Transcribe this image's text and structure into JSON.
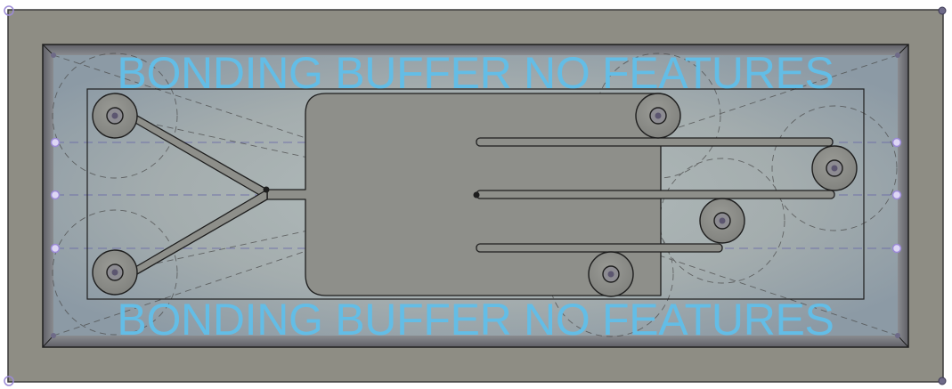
{
  "labels": {
    "top_banner": "BONDING BUFFER NO FEATURES",
    "bottom_banner": "BONDING BUFFER NO FEATURES"
  },
  "colors": {
    "page_background": "#ffffff",
    "outer_frame": "#8e8d84",
    "outer_frame_edge": "#3a3a3a",
    "inner_wall": "#77777a",
    "recess_floor": "#9ea6a6",
    "recess_floor_glow": "#aeb9bb",
    "channel_fill": "#8e8f8a",
    "channel_edge": "#1e1e1e",
    "port_fill": "#8b8c88",
    "port_center": "#5c5670",
    "construction_line": "#4a4a4a",
    "axis_line": "#6a6aa8",
    "sketch_point": "#9b8ad6",
    "banner_text": "#63bde6"
  },
  "icons": {
    "sketch_point": "hollow-circle",
    "corner_point": "filled-circle",
    "port": "ring-with-dot"
  },
  "ports": [
    {
      "name": "inlet-top-left"
    },
    {
      "name": "inlet-bottom-left"
    },
    {
      "name": "outlet-1"
    },
    {
      "name": "outlet-2"
    },
    {
      "name": "outlet-3"
    },
    {
      "name": "outlet-4"
    }
  ]
}
